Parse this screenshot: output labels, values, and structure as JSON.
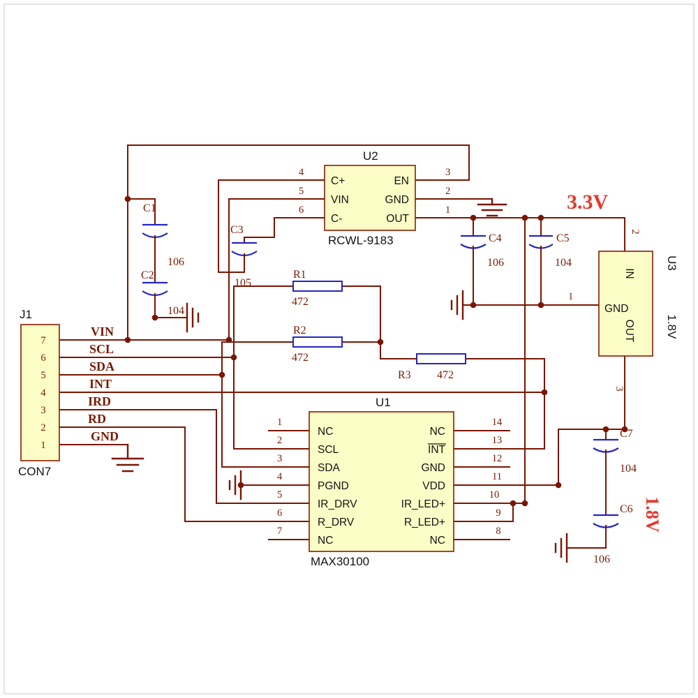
{
  "colors": {
    "wire": "#7a1500",
    "component_symbol": "#2525c2",
    "box_fill": "#fcfcc6",
    "box_border": "#8b1a00",
    "annotation_text": "#7b1a00",
    "power_label": "#e8372c",
    "dark_text": "#141414",
    "background": "#ffffff"
  },
  "symbols": {
    "ground": "ground-symbol",
    "junction": "junction-dot",
    "capacitor": "capacitor-symbol",
    "resistor": "resistor-symbol"
  },
  "connector_j1": {
    "ref": "J1",
    "part": "CON7",
    "pin_numbers": [
      "7",
      "6",
      "5",
      "4",
      "3",
      "2",
      "1"
    ],
    "net_labels": [
      "VIN",
      "SCL",
      "SDA",
      "INT",
      "IRD",
      "RD",
      "GND"
    ]
  },
  "regulator_u2": {
    "ref": "U2",
    "part": "RCWL-9183",
    "left_pins": [
      {
        "num": "4",
        "name": "C+"
      },
      {
        "num": "5",
        "name": "VIN"
      },
      {
        "num": "6",
        "name": "C-"
      }
    ],
    "right_pins": [
      {
        "num": "3",
        "name": "EN"
      },
      {
        "num": "2",
        "name": "GND"
      },
      {
        "num": "1",
        "name": "OUT"
      }
    ]
  },
  "sensor_u1": {
    "ref": "U1",
    "part": "MAX30100",
    "left_pins": [
      {
        "num": "1",
        "name": "NC"
      },
      {
        "num": "2",
        "name": "SCL"
      },
      {
        "num": "3",
        "name": "SDA"
      },
      {
        "num": "4",
        "name": "PGND"
      },
      {
        "num": "5",
        "name": "IR_DRV"
      },
      {
        "num": "6",
        "name": "R_DRV"
      },
      {
        "num": "7",
        "name": "NC"
      }
    ],
    "right_pins": [
      {
        "num": "14",
        "name": "NC"
      },
      {
        "num": "13",
        "name": "INT"
      },
      {
        "num": "12",
        "name": "GND"
      },
      {
        "num": "11",
        "name": "VDD"
      },
      {
        "num": "10",
        "name": "IR_LED+"
      },
      {
        "num": "9",
        "name": "R_LED+"
      },
      {
        "num": "8",
        "name": "NC"
      }
    ]
  },
  "regulator_u3": {
    "ref": "U3",
    "part": "1.8V",
    "top_pin": {
      "num": "2",
      "name": "IN"
    },
    "left_pin": {
      "num": "1",
      "name": "GND"
    },
    "bottom_pin": {
      "num": "3",
      "name": "OUT"
    }
  },
  "capacitors": {
    "c1": {
      "ref": "C1",
      "value": "106"
    },
    "c2": {
      "ref": "C2",
      "value": "104"
    },
    "c3": {
      "ref": "C3",
      "value": "105"
    },
    "c4": {
      "ref": "C4",
      "value": "106"
    },
    "c5": {
      "ref": "C5",
      "value": "104"
    },
    "c7": {
      "ref": "C7",
      "value": "104"
    },
    "c6": {
      "ref": "C6",
      "value": "106"
    }
  },
  "resistors": {
    "r1": {
      "ref": "R1",
      "value": "472"
    },
    "r2": {
      "ref": "R2",
      "value": "472"
    },
    "r3": {
      "ref": "R3",
      "value": "472"
    }
  },
  "power_rails": {
    "v33": "3.3V",
    "v18": "1.8V"
  }
}
